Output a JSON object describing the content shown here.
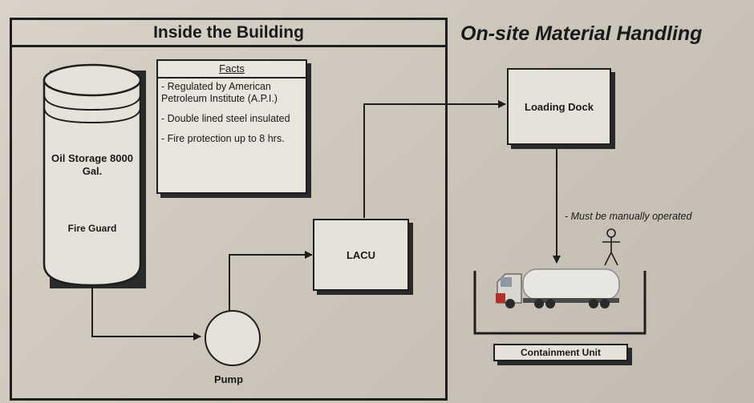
{
  "building": {
    "title": "Inside the Building"
  },
  "handling": {
    "title": "On-site Material Handling"
  },
  "facts": {
    "title": "Facts",
    "items": [
      "- Regulated by American Petroleum Institute (A.P.I.)",
      "- Double lined steel insulated",
      "- Fire protection up to 8 hrs."
    ]
  },
  "tank": {
    "capacity": "Oil Storage 8000 Gal.",
    "guard": "Fire Guard"
  },
  "pump": {
    "label": "Pump"
  },
  "lacu": {
    "label": "LACU"
  },
  "dock": {
    "label": "Loading Dock"
  },
  "note": {
    "text": "- Must be manually operated"
  },
  "containment": {
    "label": "Containment Unit"
  }
}
